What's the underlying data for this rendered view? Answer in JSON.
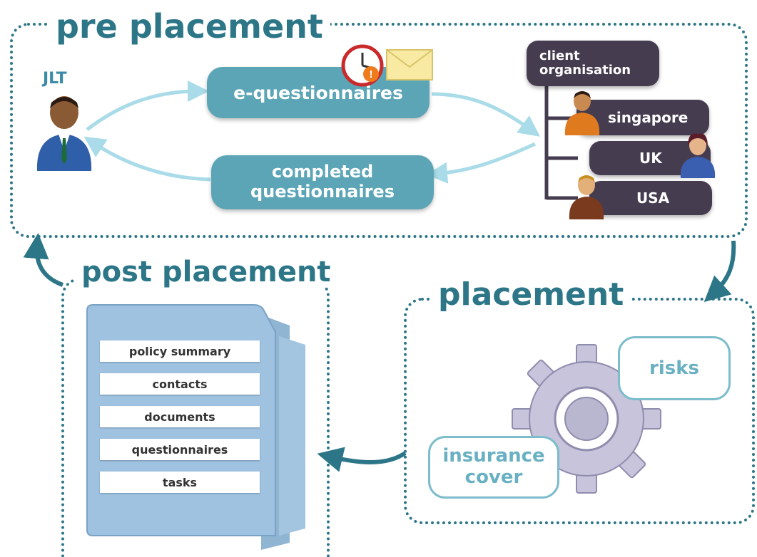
{
  "pre_placement": {
    "title": "pre placement",
    "jlt_label": "JLT",
    "e_questionnaires": "e-questionnaires",
    "completed_questionnaires_line1": "completed",
    "completed_questionnaires_line2": "questionnaires",
    "client_org_line1": "client",
    "client_org_line2": "organisation",
    "branches": [
      "singapore",
      "UK",
      "USA"
    ]
  },
  "placement": {
    "title": "placement",
    "risks": "risks",
    "insurance_cover_line1": "insurance",
    "insurance_cover_line2": "cover"
  },
  "post_placement": {
    "title": "post placement",
    "folder_items": [
      "policy summary",
      "contacts",
      "documents",
      "questionnaires",
      "tasks"
    ]
  },
  "icons": [
    "person-icon",
    "clock-icon",
    "warning-icon",
    "envelope-icon",
    "gear-icon",
    "folder-icon"
  ],
  "colors": {
    "teal": "#2c7688",
    "light_blue": "#5ba5b6",
    "dark_purple": "#463c50",
    "arrow": "#9fd4e2"
  }
}
